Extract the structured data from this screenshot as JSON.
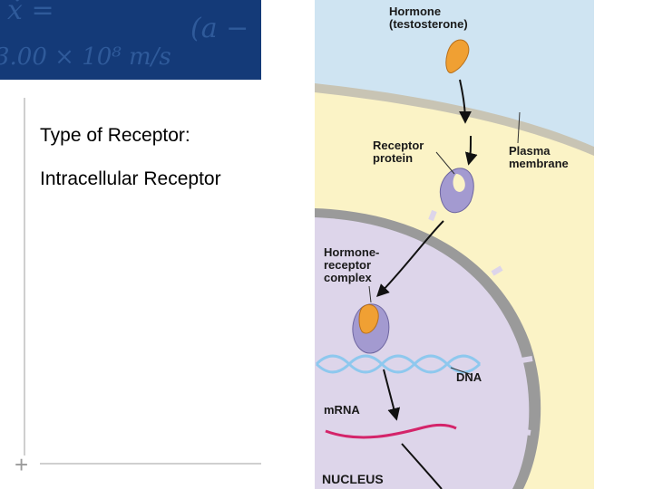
{
  "slide": {
    "heading": "Type of Receptor:",
    "subheading": "Intracellular Receptor"
  },
  "header": {
    "equations": [
      "ẋ =",
      "(a −",
      "3.00 × 10⁸ m/s"
    ]
  },
  "figure": {
    "labels": {
      "hormone": "Hormone\n(testosterone)",
      "receptor_protein": "Receptor\nprotein",
      "plasma_membrane": "Plasma\nmembrane",
      "complex": "Hormone-\nreceptor\ncomplex",
      "dna": "DNA",
      "mrna": "mRNA",
      "nucleus": "NUCLEUS"
    },
    "colors": {
      "extracellular": "#cfe4f2",
      "cytoplasm": "#fbf3c6",
      "membrane": "#c8c4b4",
      "nucleus": "#ddd5ea",
      "nuclear_envelope": "#9a9a9a",
      "hormone": "#f0a033",
      "receptor": "#a39ad0",
      "dna": "#8ec8ee",
      "mrna": "#d4246a"
    }
  }
}
